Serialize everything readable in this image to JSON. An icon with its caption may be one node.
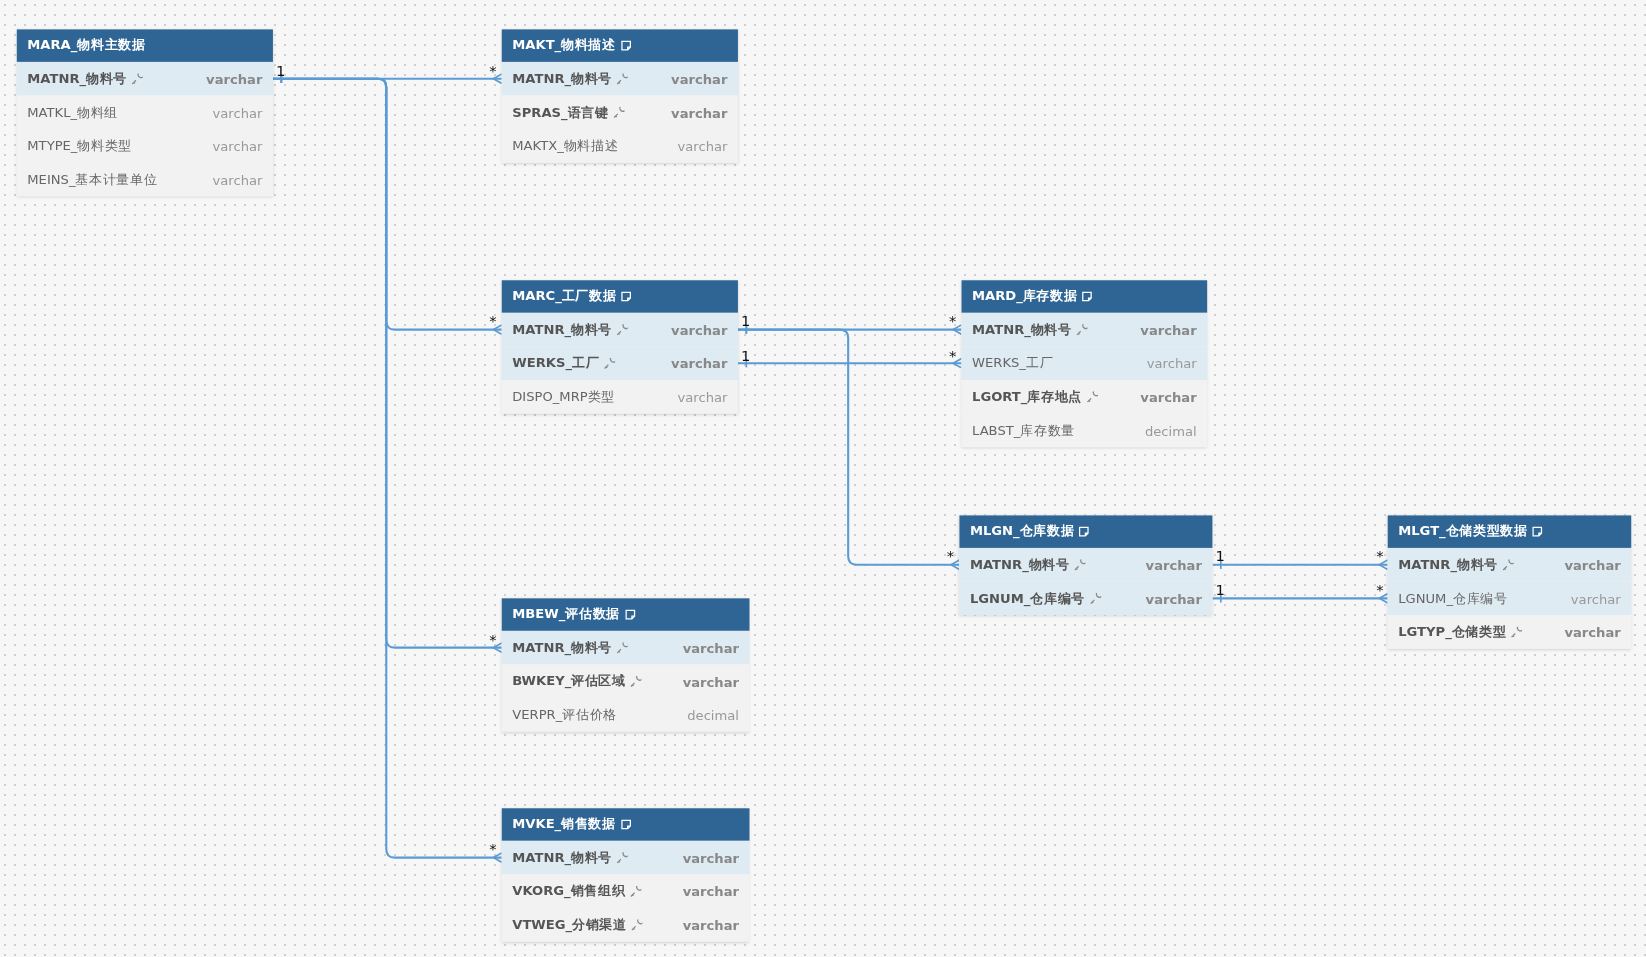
{
  "diagram": {
    "nodes": [
      {
        "text": [
          "MARA_物料主数据"
        ]
      },
      {
        "text": [
          "MATNR_物料号",
          "varchar"
        ],
        "in": 0
      },
      {
        "text": [
          "MATKL_物料组",
          "varchar"
        ],
        "in": 0
      },
      {
        "text": [
          "MTYPE_物料类型",
          "varchar"
        ],
        "in": 0
      },
      {
        "text": [
          "MEINS_基本计量单位",
          "varchar"
        ],
        "in": 0
      },
      {
        "text": [
          "MAKT_物料描述"
        ]
      },
      {
        "text": [
          "MATNR_物料号",
          "varchar"
        ],
        "in": 5
      },
      {
        "text": [
          "SPRAS_语言键",
          "varchar"
        ],
        "in": 5
      },
      {
        "text": [
          "MAKTX_物料描述",
          "varchar"
        ],
        "in": 5
      },
      {
        "text": [
          "MARC_工厂数据"
        ]
      },
      {
        "text": [
          "MATNR_物料号",
          "varchar"
        ],
        "in": 9
      },
      {
        "text": [
          "WERKS_工厂",
          "varchar"
        ],
        "in": 9
      },
      {
        "text": [
          "DISPO_MRP类型",
          "varchar"
        ],
        "in": 9
      },
      {
        "text": [
          "MARD_库存数据"
        ]
      },
      {
        "text": [
          "MATNR_物料号",
          "varchar"
        ],
        "in": 13
      },
      {
        "text": [
          "WERKS_工厂",
          "varchar"
        ],
        "in": 13
      },
      {
        "text": [
          "LGORT_库存地点",
          "varchar"
        ],
        "in": 13
      },
      {
        "text": [
          "LABST_库存数量",
          "decimal"
        ],
        "in": 13
      },
      {
        "text": [
          "MLGN_仓库数据"
        ]
      },
      {
        "text": [
          "MATNR_物料号",
          "varchar"
        ],
        "in": 18
      },
      {
        "text": [
          "LGNUM_仓库编号",
          "varchar"
        ],
        "in": 18
      },
      {
        "text": [
          "MLGT_仓储类型数据"
        ]
      },
      {
        "text": [
          "MATNR_物料号",
          "varchar"
        ],
        "in": 21
      },
      {
        "text": [
          "LGNUM_仓库编号",
          "varchar"
        ],
        "in": 21
      },
      {
        "text": [
          "LGTYP_仓储类型",
          "varchar"
        ],
        "in": 21
      },
      {
        "text": [
          "MBEW_评估数据"
        ]
      },
      {
        "text": [
          "MATNR_物料号",
          "varchar"
        ],
        "in": 25
      },
      {
        "text": [
          "BWKEY_评估区域",
          "varchar"
        ],
        "in": 25
      },
      {
        "text": [
          "VERPR_评估价格",
          "decimal"
        ],
        "in": 25
      },
      {
        "text": [
          "MVKE_销售数据"
        ]
      },
      {
        "text": [
          "MATNR_物料号",
          "varchar"
        ],
        "in": 29
      },
      {
        "text": [
          "VKORG_销售组织",
          "varchar"
        ],
        "in": 29
      },
      {
        "text": [
          "VTWEG_分销渠道",
          "varchar"
        ],
        "in": 29
      }
    ],
    "edges": [
      {
        "from": 1,
        "to": 6,
        "arrow": "other"
      },
      {
        "from": 1,
        "to": 10,
        "arrow": "other"
      },
      {
        "from": 10,
        "to": 14,
        "arrow": "other"
      },
      {
        "from": 11,
        "to": 15,
        "arrow": "other"
      },
      {
        "from": 10,
        "to": 19,
        "arrow": "other"
      },
      {
        "from": 19,
        "to": 22,
        "arrow": "other"
      },
      {
        "from": 20,
        "to": 23,
        "arrow": "other"
      },
      {
        "from": 1,
        "to": 26,
        "arrow": "other"
      },
      {
        "from": 1,
        "to": 30,
        "arrow": "other"
      }
    ],
    "labels": [
      "1",
      "*",
      "*",
      "1",
      "*",
      "1",
      "*",
      "*",
      "1",
      "*",
      "1",
      "*",
      "*",
      "*"
    ]
  }
}
